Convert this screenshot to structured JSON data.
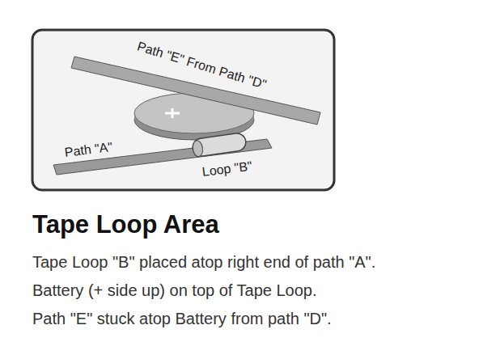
{
  "diagram": {
    "title": "Tape Loop Area",
    "labels": [
      "Path \"E\" From Path \"D\"",
      "Path \"A\"",
      "Loop \"B\"",
      "Tape Loop \"B\" placed atop right end of path \"A\".",
      "Battery (+ side up) on top of Tape Loop.",
      "Path \"E\" stuck atop Battery from path \"D\"."
    ]
  }
}
